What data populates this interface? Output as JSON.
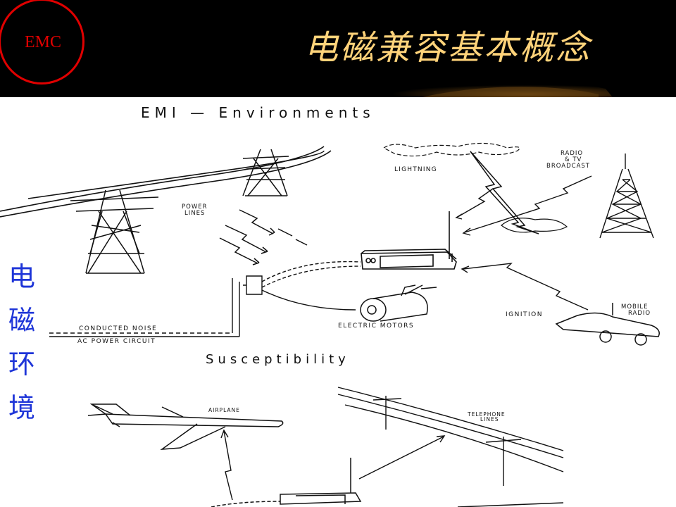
{
  "slide": {
    "logo": "EMC",
    "title": "电磁兼容基本概念",
    "side_label": [
      "电",
      "磁",
      "环",
      "境"
    ]
  },
  "figure": {
    "heading": "EMI — Environments",
    "labels": {
      "power_lines": [
        "POWER",
        "LINES"
      ],
      "lightning": "LIGHTNING",
      "radio_tv": [
        "RADIO",
        "& TV",
        "BROADCAST"
      ],
      "conducted_noise": "CONDUCTED NOISE",
      "ac_power": "AC POWER CIRCUIT",
      "electric_motors": "ELECTRIC MOTORS",
      "ignition": "IGNITION",
      "mobile_radio": [
        "MOBILE",
        "RADIO"
      ]
    },
    "susceptibility_heading": "Susceptibility",
    "lower_labels": {
      "airplane": "AIRPLANE",
      "telephone": [
        "TELEPHONE",
        "LINES"
      ]
    }
  },
  "colors": {
    "title": "#ffd37a",
    "logo": "#e00000",
    "side_label": "#1e35d8",
    "header_bg": "#000000"
  }
}
